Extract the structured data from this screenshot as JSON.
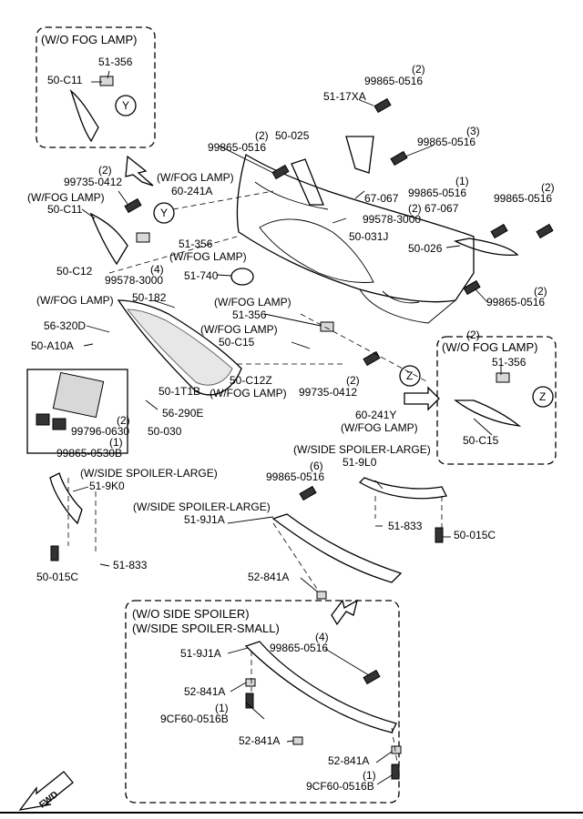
{
  "groups": {
    "wo_fog_top": "(W/O FOG LAMP)",
    "wo_fog_right": "(W/O FOG LAMP)",
    "wo_side_spoiler": "(W/O SIDE SPOILER)",
    "w_side_spoiler_small": "(W/SIDE SPOILER-SMALL)"
  },
  "labels": [
    {
      "id": "l1",
      "text": "51-356"
    },
    {
      "id": "l2",
      "text": "50-C11"
    },
    {
      "id": "l3",
      "text": "Y"
    },
    {
      "id": "l4",
      "text": "(2)"
    },
    {
      "id": "l5",
      "text": "99865-0516"
    },
    {
      "id": "l6",
      "text": "51-17XA"
    },
    {
      "id": "l7",
      "text": "(2)"
    },
    {
      "id": "l8",
      "text": "99865-0516"
    },
    {
      "id": "l9",
      "text": "50-025"
    },
    {
      "id": "l10",
      "text": "(3)"
    },
    {
      "id": "l11",
      "text": "99865-0516"
    },
    {
      "id": "l12",
      "text": "(2)"
    },
    {
      "id": "l13",
      "text": "99735-0412"
    },
    {
      "id": "l14",
      "text": "(W/FOG LAMP)"
    },
    {
      "id": "l15",
      "text": "60-241A"
    },
    {
      "id": "l16",
      "text": "(W/FOG LAMP)"
    },
    {
      "id": "l17",
      "text": "50-C11"
    },
    {
      "id": "l18",
      "text": "Y"
    },
    {
      "id": "l19",
      "text": "67-067"
    },
    {
      "id": "l20",
      "text": "(1)"
    },
    {
      "id": "l21",
      "text": "99865-0516"
    },
    {
      "id": "l22",
      "text": "(2)"
    },
    {
      "id": "l23",
      "text": "99865-0516"
    },
    {
      "id": "l24",
      "text": "(2) 67-067"
    },
    {
      "id": "l25",
      "text": "99578-3000"
    },
    {
      "id": "l26",
      "text": "50-031J"
    },
    {
      "id": "l27",
      "text": "51-356"
    },
    {
      "id": "l28",
      "text": "(W/FOG LAMP)"
    },
    {
      "id": "l29",
      "text": "50-026"
    },
    {
      "id": "l30",
      "text": "50-C12"
    },
    {
      "id": "l31",
      "text": "(W/FOG LAMP)"
    },
    {
      "id": "l32",
      "text": "(4)"
    },
    {
      "id": "l33",
      "text": "99578-3000"
    },
    {
      "id": "l34",
      "text": "51-740"
    },
    {
      "id": "l35",
      "text": "(2)"
    },
    {
      "id": "l36",
      "text": "99865-0516"
    },
    {
      "id": "l37",
      "text": "50-182"
    },
    {
      "id": "l38",
      "text": "(W/FOG LAMP)"
    },
    {
      "id": "l39",
      "text": "51-356"
    },
    {
      "id": "l40",
      "text": "56-320D"
    },
    {
      "id": "l41",
      "text": "(W/FOG LAMP)"
    },
    {
      "id": "l42",
      "text": "50-C15"
    },
    {
      "id": "l43",
      "text": "50-A10A"
    },
    {
      "id": "l44",
      "text": "51-356"
    },
    {
      "id": "l45",
      "text": "50-1T1B"
    },
    {
      "id": "l46",
      "text": "50-C12Z"
    },
    {
      "id": "l47",
      "text": "(W/FOG LAMP)"
    },
    {
      "id": "l48",
      "text": "(2)"
    },
    {
      "id": "l49",
      "text": "99735-0412"
    },
    {
      "id": "l50",
      "text": "Z"
    },
    {
      "id": "l51",
      "text": "Z"
    },
    {
      "id": "l52",
      "text": "56-290E"
    },
    {
      "id": "l53",
      "text": "(2)"
    },
    {
      "id": "l54",
      "text": "99796-0630"
    },
    {
      "id": "l55",
      "text": "50-030"
    },
    {
      "id": "l56",
      "text": "(1)"
    },
    {
      "id": "l57",
      "text": "99865-0530B"
    },
    {
      "id": "l58",
      "text": "60-241Y"
    },
    {
      "id": "l59",
      "text": "(W/FOG LAMP)"
    },
    {
      "id": "l60",
      "text": "50-C15"
    },
    {
      "id": "l61",
      "text": "(W/SIDE SPOILER-LARGE)"
    },
    {
      "id": "l62",
      "text": "51-9L0"
    },
    {
      "id": "l63",
      "text": "(W/SIDE SPOILER-LARGE)"
    },
    {
      "id": "l64",
      "text": "51-9K0"
    },
    {
      "id": "l65",
      "text": "(6)"
    },
    {
      "id": "l66",
      "text": "99865-0516"
    },
    {
      "id": "l67",
      "text": "(W/SIDE SPOILER-LARGE)"
    },
    {
      "id": "l68",
      "text": "51-9J1A"
    },
    {
      "id": "l69",
      "text": "51-833"
    },
    {
      "id": "l70",
      "text": "50-015C"
    },
    {
      "id": "l71",
      "text": "50-015C"
    },
    {
      "id": "l72",
      "text": "51-833"
    },
    {
      "id": "l73",
      "text": "52-841A"
    },
    {
      "id": "l74",
      "text": "51-9J1A"
    },
    {
      "id": "l75",
      "text": "(4)"
    },
    {
      "id": "l76",
      "text": "99865-0516"
    },
    {
      "id": "l77",
      "text": "52-841A"
    },
    {
      "id": "l78",
      "text": "(1)"
    },
    {
      "id": "l79",
      "text": "9CF60-0516B"
    },
    {
      "id": "l80",
      "text": "52-841A"
    },
    {
      "id": "l81",
      "text": "52-841A"
    },
    {
      "id": "l82",
      "text": "(1)"
    },
    {
      "id": "l83",
      "text": "9CF60-0516B"
    },
    {
      "id": "l84",
      "text": "FWD"
    },
    {
      "id": "l85",
      "text": "(2)"
    }
  ]
}
